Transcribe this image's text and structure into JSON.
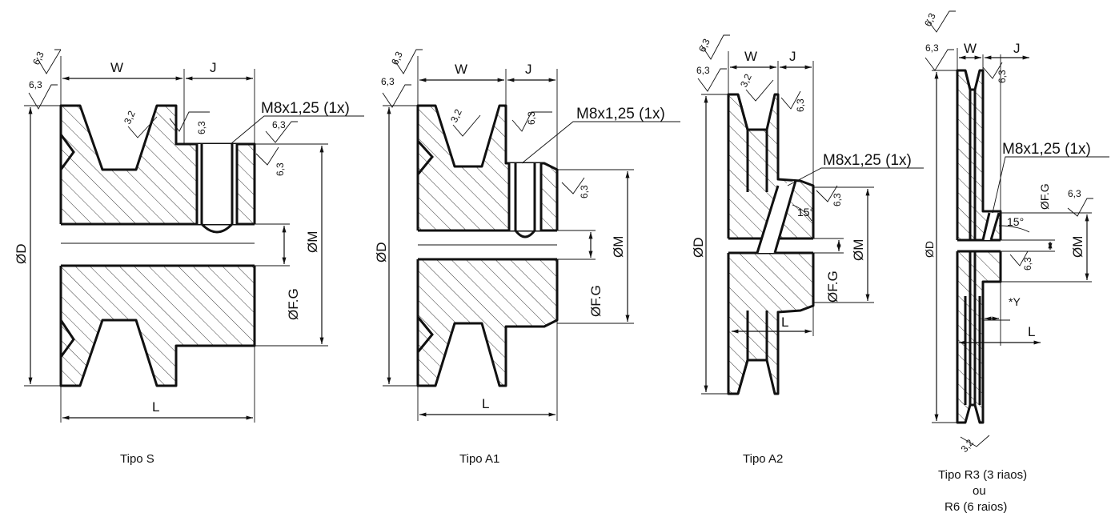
{
  "drawings": [
    {
      "id": "tipo-s",
      "caption": [
        "Tipo S"
      ],
      "thread_note": "M8x1,25 (1x)",
      "dims": {
        "w": "W",
        "j": "J",
        "l": "L",
        "d": "ØD",
        "m": "ØM",
        "fg": "ØF.G"
      },
      "roughness": [
        "6,3",
        "6,3",
        "3,2",
        "6,3",
        "6,3",
        "6,3"
      ]
    },
    {
      "id": "tipo-a1",
      "caption": [
        "Tipo A1"
      ],
      "thread_note": "M8x1,25 (1x)",
      "dims": {
        "w": "W",
        "j": "J",
        "l": "L",
        "d": "ØD",
        "m": "ØM",
        "fg": "ØF.G"
      },
      "roughness": [
        "6,3",
        "6,3",
        "3,2",
        "6,3",
        "6,3"
      ]
    },
    {
      "id": "tipo-a2",
      "caption": [
        "Tipo A2"
      ],
      "thread_note": "M8x1,25 (1x)",
      "angle": "15°",
      "dims": {
        "w": "W",
        "j": "J",
        "l": "L",
        "d": "ØD",
        "m": "ØM",
        "fg": "ØF.G"
      },
      "roughness": [
        "6,3",
        "6,3",
        "3,2",
        "6,3",
        "6,3"
      ]
    },
    {
      "id": "tipo-r3",
      "caption": [
        "Tipo R3 (3 riaos)",
        "ou",
        "R6 (6 raios)"
      ],
      "thread_note": "M8x1,25 (1x)",
      "angle": "15°",
      "dims": {
        "w": "W",
        "j": "J",
        "l": "L",
        "d": "ØD",
        "m": "ØM",
        "fg": "ØF.G",
        "y": "*Y"
      },
      "roughness": [
        "6,3",
        "6,3",
        "6,3",
        "6,3",
        "6,3",
        "3,2"
      ]
    }
  ]
}
